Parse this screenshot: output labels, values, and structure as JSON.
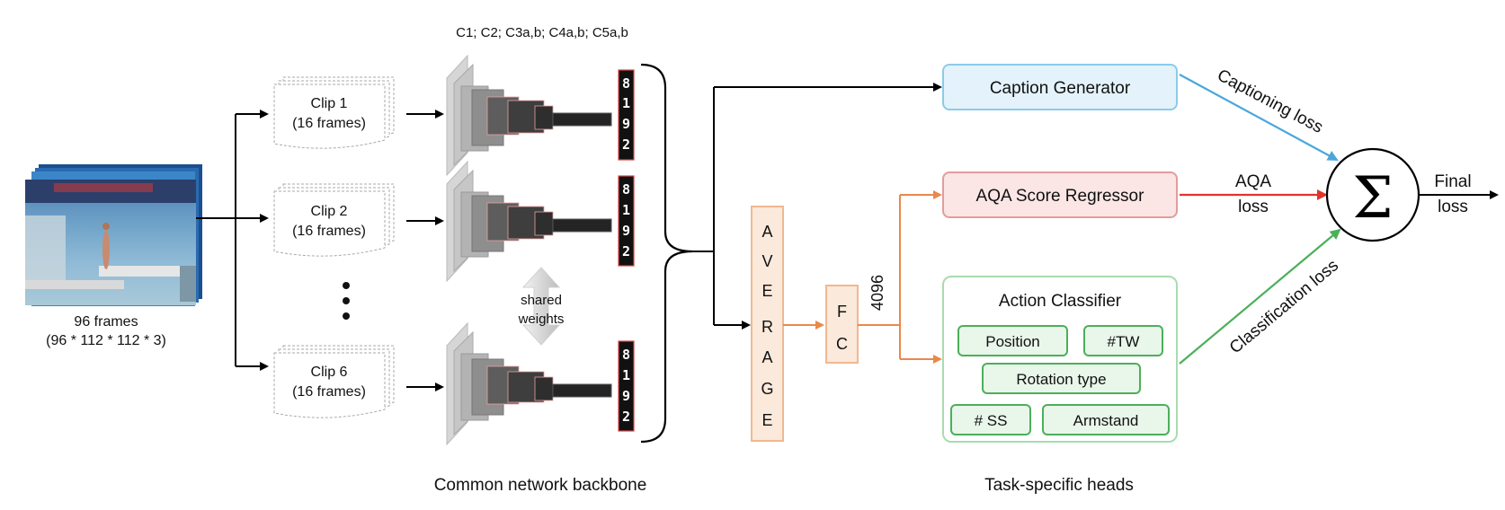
{
  "input": {
    "frames_label": "96 frames",
    "shape_label": "(96 * 112 * 112 * 3)",
    "image_icon": "diving-video-frames"
  },
  "clips": [
    {
      "name": "Clip 1",
      "frames": "(16 frames)"
    },
    {
      "name": "Clip 2",
      "frames": "(16 frames)"
    },
    {
      "name": "Clip 6",
      "frames": "(16 frames)"
    }
  ],
  "backbone": {
    "layers_label": "C1; C2; C3a,b; C4a,b; C5a,b",
    "feature_digits": [
      "8",
      "1",
      "9",
      "2"
    ],
    "shared_label_line1": "shared",
    "shared_label_line2": "weights",
    "caption": "Common network backbone"
  },
  "average": {
    "letters": [
      "A",
      "V",
      "E",
      "R",
      "A",
      "G",
      "E"
    ]
  },
  "fc": {
    "letters": [
      "F",
      "C"
    ],
    "dim_label": "4096"
  },
  "heads": {
    "caption_generator": "Caption Generator",
    "aqa_regressor": "AQA Score Regressor",
    "action_classifier": {
      "title": "Action Classifier",
      "items": [
        "Position",
        "#TW",
        "Rotation type",
        "# SS",
        "Armstand"
      ]
    },
    "caption": "Task-specific heads"
  },
  "losses": {
    "captioning": "Captioning loss",
    "aqa_line1": "AQA",
    "aqa_line2": "loss",
    "classification": "Classification loss",
    "sum_symbol": "Σ",
    "final_line1": "Final",
    "final_line2": "loss"
  },
  "colors": {
    "caption_fill": "#e3f2fb",
    "caption_stroke": "#8ccbea",
    "aqa_fill": "#fbe5e5",
    "aqa_stroke": "#e39c9c",
    "classifier_stroke": "#a8dcb0",
    "classifier_item_fill": "#e9f6ea",
    "classifier_item_stroke": "#4caf5a",
    "orange": "#e8894a",
    "average_fill": "#fbe9dc",
    "blue_arrow": "#4aa7dc",
    "red_arrow": "#e0342c",
    "green_arrow": "#4caf5a"
  }
}
